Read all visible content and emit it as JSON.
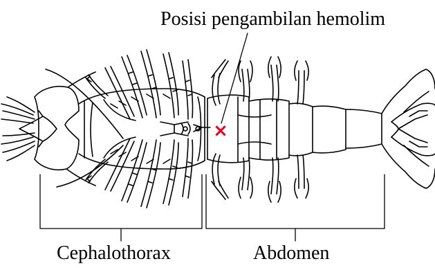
{
  "labels": {
    "sampling_site": "Posisi pengambilan hemolim",
    "cephalothorax": "Cephalothorax",
    "abdomen": "Abdomen"
  },
  "colors": {
    "outline": "#000000",
    "marker": "#e8001c",
    "background": "#ffffff"
  },
  "marker_symbol": "×"
}
